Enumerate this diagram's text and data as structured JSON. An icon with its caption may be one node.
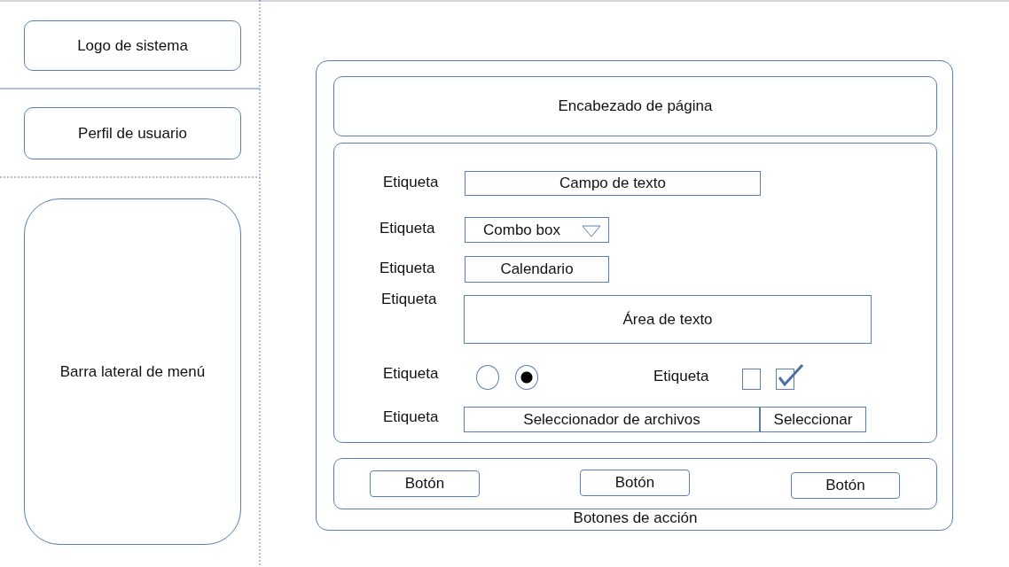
{
  "diagram": {
    "nodes": [
      {
        "text": [
          "Logo de sistema"
        ]
      },
      {
        "text": [
          "Perfil de usuario"
        ]
      },
      {
        "text": [
          "Barra lateral de menú"
        ]
      },
      {
        "text": [],
        "shape": "box"
      },
      {
        "text": [
          "Encabezado de página"
        ],
        "in": 3
      },
      {
        "text": [],
        "shape": "box",
        "in": 3
      },
      {
        "text": [
          "Campo de texto"
        ],
        "in": 5
      },
      {
        "text": [
          "Combo box"
        ],
        "in": 5
      },
      {
        "text": [
          "Calendario"
        ],
        "in": 5
      },
      {
        "text": [
          "Área de texto"
        ],
        "in": 5
      },
      {
        "text": [],
        "shape": "circle",
        "in": 5
      },
      {
        "text": [],
        "shape": "circle",
        "in": 5
      },
      {
        "text": [],
        "shape": "box",
        "in": 5
      },
      {
        "text": [],
        "shape": "box",
        "in": 5
      },
      {
        "text": [
          "Seleccionador de archivos"
        ],
        "in": 5
      },
      {
        "text": [
          "Seleccionar"
        ],
        "in": 5
      },
      {
        "text": [
          "Botones de acción"
        ],
        "in": 3
      },
      {
        "text": [
          "Botón"
        ],
        "in": 16
      },
      {
        "text": [
          "Botón"
        ],
        "in": 16
      },
      {
        "text": [
          "Botón"
        ],
        "in": 16
      }
    ],
    "labels": [
      "Etiqueta",
      "Etiqueta",
      "Etiqueta",
      "Etiqueta",
      "Etiqueta",
      "Etiqueta",
      "Etiqueta"
    ]
  }
}
